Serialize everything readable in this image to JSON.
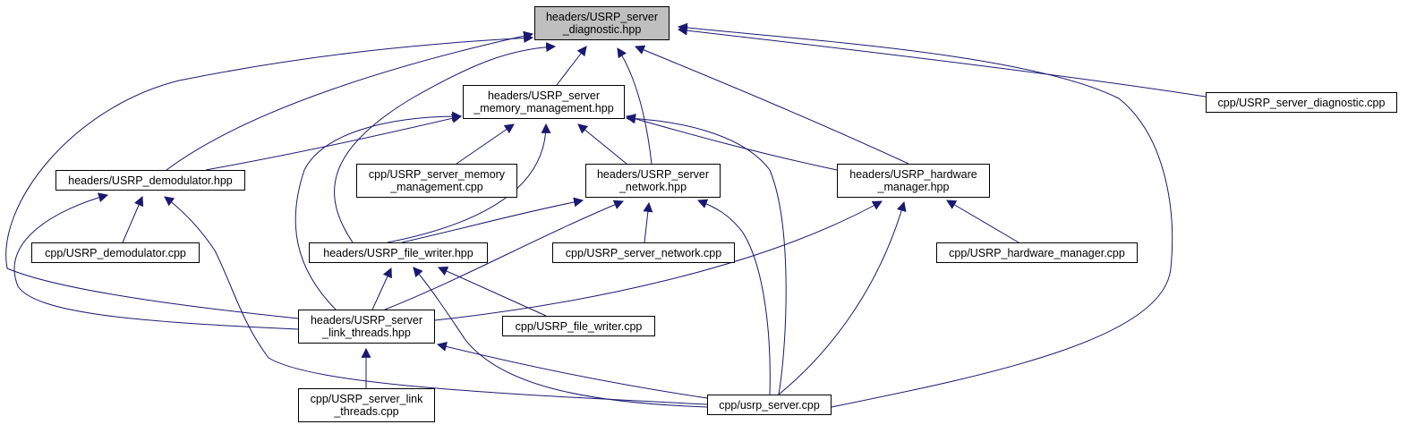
{
  "graph": {
    "edge_color": "#191970",
    "root_fill": "#bfbfbf",
    "nodes": [
      {
        "id": "diag_hpp",
        "lines": [
          "headers/USRP_server",
          "_diagnostic.hpp"
        ],
        "root": true
      },
      {
        "id": "mem_hpp",
        "lines": [
          "headers/USRP_server",
          "_memory_management.hpp"
        ]
      },
      {
        "id": "diag_cpp",
        "lines": [
          "cpp/USRP_server_diagnostic.cpp"
        ]
      },
      {
        "id": "demod_hpp",
        "lines": [
          "headers/USRP_demodulator.hpp"
        ]
      },
      {
        "id": "mem_cpp",
        "lines": [
          "cpp/USRP_server_memory",
          "_management.cpp"
        ]
      },
      {
        "id": "net_hpp",
        "lines": [
          "headers/USRP_server",
          "_network.hpp"
        ]
      },
      {
        "id": "hw_hpp",
        "lines": [
          "headers/USRP_hardware",
          "_manager.hpp"
        ]
      },
      {
        "id": "demod_cpp",
        "lines": [
          "cpp/USRP_demodulator.cpp"
        ]
      },
      {
        "id": "fw_hpp",
        "lines": [
          "headers/USRP_file_writer.hpp"
        ]
      },
      {
        "id": "net_cpp",
        "lines": [
          "cpp/USRP_server_network.cpp"
        ]
      },
      {
        "id": "hw_cpp",
        "lines": [
          "cpp/USRP_hardware_manager.cpp"
        ]
      },
      {
        "id": "link_hpp",
        "lines": [
          "headers/USRP_server",
          "_link_threads.hpp"
        ]
      },
      {
        "id": "fw_cpp",
        "lines": [
          "cpp/USRP_file_writer.cpp"
        ]
      },
      {
        "id": "link_cpp",
        "lines": [
          "cpp/USRP_server_link",
          "_threads.cpp"
        ]
      },
      {
        "id": "server_cpp",
        "lines": [
          "cpp/usrp_server.cpp"
        ]
      }
    ],
    "edges": [
      {
        "from": "mem_hpp",
        "to": "diag_hpp"
      },
      {
        "from": "diag_cpp",
        "to": "diag_hpp"
      },
      {
        "from": "demod_hpp",
        "to": "diag_hpp"
      },
      {
        "from": "net_hpp",
        "to": "diag_hpp"
      },
      {
        "from": "hw_hpp",
        "to": "diag_hpp"
      },
      {
        "from": "fw_hpp",
        "to": "diag_hpp"
      },
      {
        "from": "link_hpp",
        "to": "diag_hpp"
      },
      {
        "from": "server_cpp",
        "to": "diag_hpp"
      },
      {
        "from": "demod_hpp",
        "to": "mem_hpp"
      },
      {
        "from": "mem_cpp",
        "to": "mem_hpp"
      },
      {
        "from": "net_hpp",
        "to": "mem_hpp"
      },
      {
        "from": "hw_hpp",
        "to": "mem_hpp"
      },
      {
        "from": "fw_hpp",
        "to": "mem_hpp"
      },
      {
        "from": "link_hpp",
        "to": "mem_hpp"
      },
      {
        "from": "server_cpp",
        "to": "mem_hpp"
      },
      {
        "from": "demod_cpp",
        "to": "demod_hpp"
      },
      {
        "from": "link_hpp",
        "to": "demod_hpp"
      },
      {
        "from": "server_cpp",
        "to": "demod_hpp"
      },
      {
        "from": "fw_hpp",
        "to": "net_hpp"
      },
      {
        "from": "net_cpp",
        "to": "net_hpp"
      },
      {
        "from": "link_hpp",
        "to": "net_hpp"
      },
      {
        "from": "server_cpp",
        "to": "net_hpp"
      },
      {
        "from": "hw_cpp",
        "to": "hw_hpp"
      },
      {
        "from": "link_hpp",
        "to": "hw_hpp"
      },
      {
        "from": "server_cpp",
        "to": "hw_hpp"
      },
      {
        "from": "link_hpp",
        "to": "fw_hpp"
      },
      {
        "from": "fw_cpp",
        "to": "fw_hpp"
      },
      {
        "from": "server_cpp",
        "to": "fw_hpp"
      },
      {
        "from": "link_cpp",
        "to": "link_hpp"
      },
      {
        "from": "server_cpp",
        "to": "link_hpp"
      }
    ]
  }
}
